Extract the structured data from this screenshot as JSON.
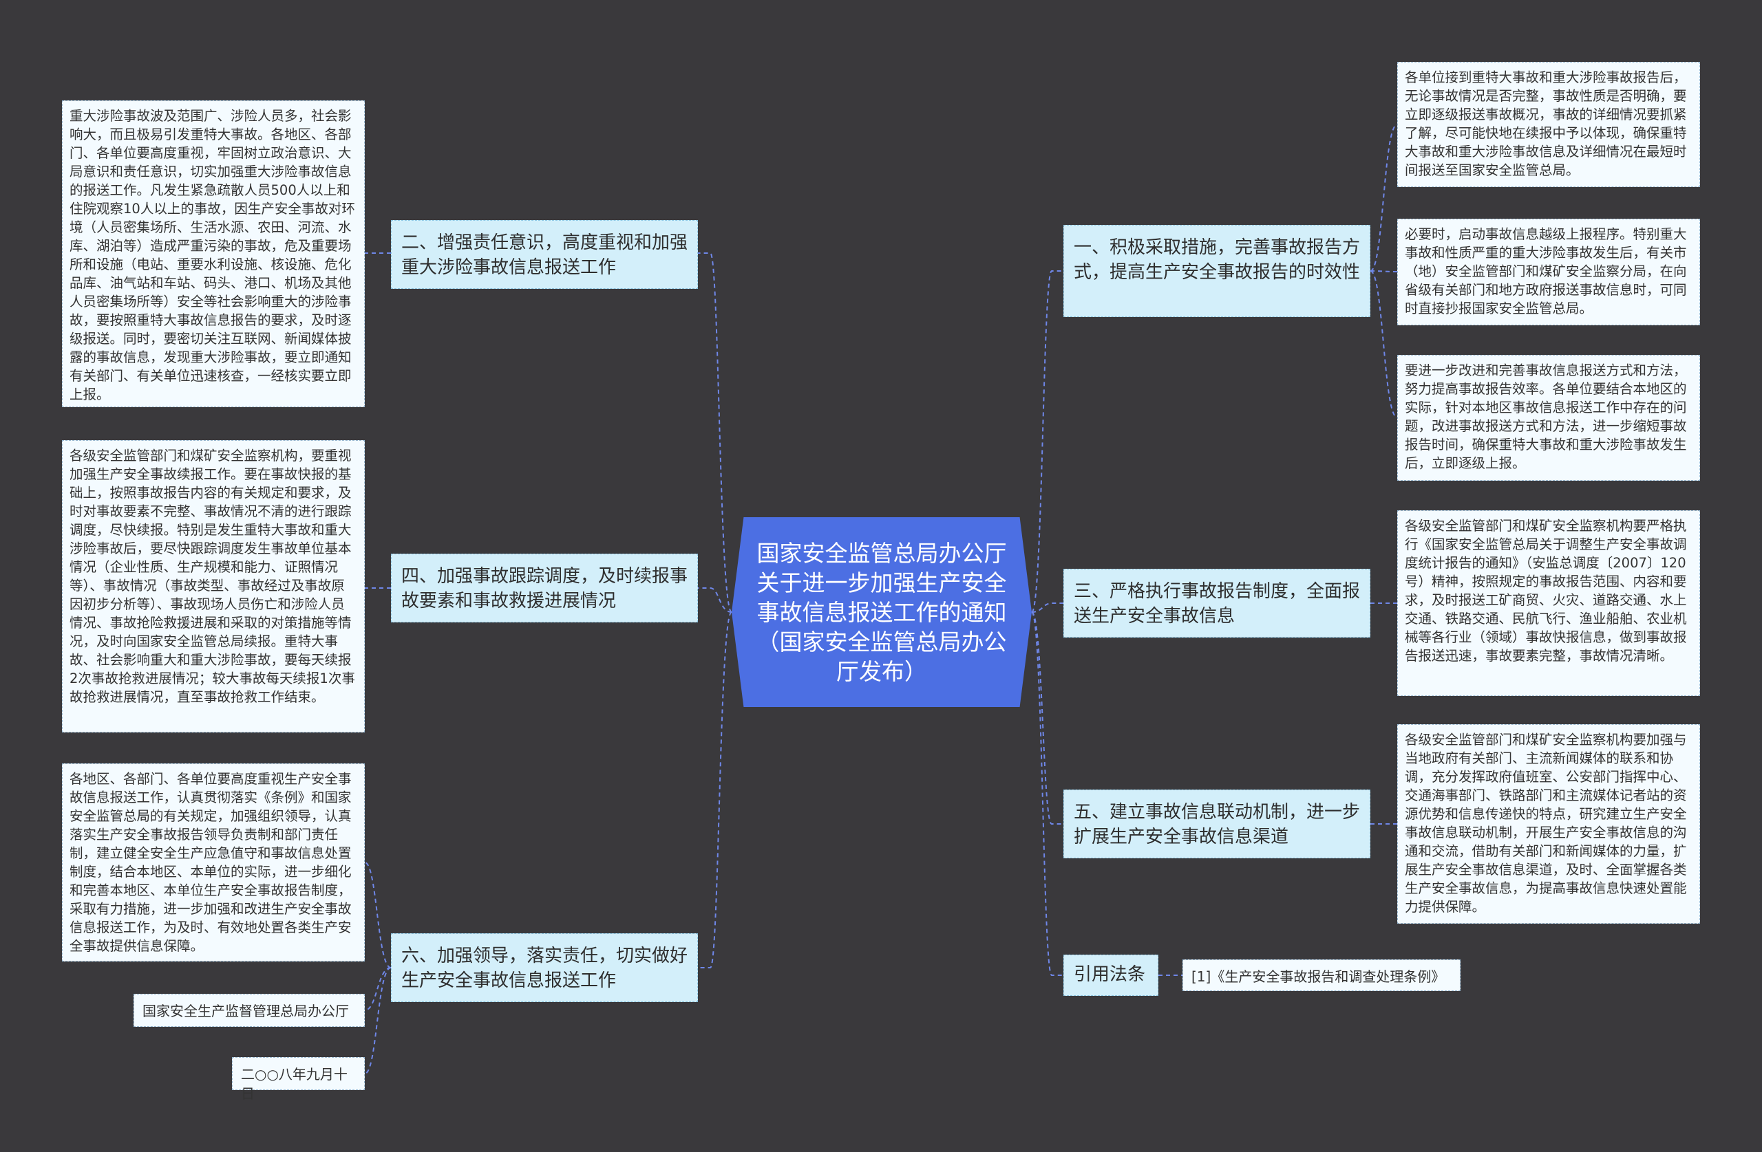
{
  "root": {
    "text": "国家安全监管总局办公厅关于进一步加强生产安全事故信息报送工作的通知（国家安全监管总局办公厅发布）"
  },
  "colors": {
    "background": "#3a393c",
    "root_fill": "#4c6fe3",
    "branch_fill": "#d3effa",
    "leaf_fill": "#f4fbff",
    "connector": "#6f87e8"
  },
  "right": {
    "b1": {
      "label": "一、积极采取措施，完善事故报告方式，提高生产安全事故报告的时效性",
      "details": [
        "各单位接到重特大事故和重大涉险事故报告后，无论事故情况是否完整，事故性质是否明确，要立即逐级报送事故概况，事故的详细情况要抓紧了解，尽可能快地在续报中予以体现，确保重特大事故和重大涉险事故信息及详细情况在最短时间报送至国家安全监管总局。",
        "必要时，启动事故信息越级上报程序。特别重大事故和性质严重的重大涉险事故发生后，有关市（地）安全监管部门和煤矿安全监察分局，在向省级有关部门和地方政府报送事故信息时，可同时直接抄报国家安全监管总局。",
        "要进一步改进和完善事故信息报送方式和方法，努力提高事故报告效率。各单位要结合本地区的实际，针对本地区事故信息报送工作中存在的问题，改进事故报送方式和方法，进一步缩短事故报告时间，确保重特大事故和重大涉险事故发生后，立即逐级上报。"
      ]
    },
    "b3": {
      "label": "三、严格执行事故报告制度，全面报送生产安全事故信息",
      "detail": "各级安全监管部门和煤矿安全监察机构要严格执行《国家安全监管总局关于调整生产安全事故调度统计报告的通知》（安监总调度〔2007〕120号）精神，按照规定的事故报告范围、内容和要求，及时报送工矿商贸、火灾、道路交通、水上交通、铁路交通、民航飞行、渔业船舶、农业机械等各行业（领域）事故快报信息，做到事故报告报送迅速，事故要素完整，事故情况清晰。"
    },
    "b5": {
      "label": "五、建立事故信息联动机制，进一步扩展生产安全事故信息渠道",
      "detail": "各级安全监管部门和煤矿安全监察机构要加强与当地政府有关部门、主流新闻媒体的联系和协调，充分发挥政府值班室、公安部门指挥中心、交通海事部门、铁路部门和主流媒体记者站的资源优势和信息传递快的特点，研究建立生产安全事故信息联动机制，开展生产安全事故信息的沟通和交流，借助有关部门和新闻媒体的力量，扩展生产安全事故信息渠道，及时、全面掌握各类生产安全事故信息，为提高事故信息快速处置能力提供保障。"
    },
    "cite": {
      "label": "引用法条",
      "detail": "[1]《生产安全事故报告和调查处理条例》"
    }
  },
  "left": {
    "b2": {
      "label": "二、增强责任意识，高度重视和加强重大涉险事故信息报送工作",
      "detail": "重大涉险事故波及范围广、涉险人员多，社会影响大，而且极易引发重特大事故。各地区、各部门、各单位要高度重视，牢固树立政治意识、大局意识和责任意识，切实加强重大涉险事故信息的报送工作。凡发生紧急疏散人员500人以上和住院观察10人以上的事故，因生产安全事故对环境（人员密集场所、生活水源、农田、河流、水库、湖泊等）造成严重污染的事故，危及重要场所和设施（电站、重要水利设施、核设施、危化品库、油气站和车站、码头、港口、机场及其他人员密集场所等）安全等社会影响重大的涉险事故，要按照重特大事故信息报告的要求，及时逐级报送。同时，要密切关注互联网、新闻媒体披露的事故信息，发现重大涉险事故，要立即通知有关部门、有关单位迅速核查，一经核实要立即上报。"
    },
    "b4": {
      "label": "四、加强事故跟踪调度，及时续报事故要素和事故救援进展情况",
      "detail": "各级安全监管部门和煤矿安全监察机构，要重视加强生产安全事故续报工作。要在事故快报的基础上，按照事故报告内容的有关规定和要求，及时对事故要素不完整、事故情况不清的进行跟踪调度，尽快续报。特别是发生重特大事故和重大涉险事故后，要尽快跟踪调度发生事故单位基本情况（企业性质、生产规模和能力、证照情况等）、事故情况（事故类型、事故经过及事故原因初步分析等）、事故现场人员伤亡和涉险人员情况、事故抢险救援进展和采取的对策措施等情况，及时向国家安全监管总局续报。重特大事故、社会影响重大和重大涉险事故，要每天续报2次事故抢救进展情况；较大事故每天续报1次事故抢救进展情况，直至事故抢救工作结束。"
    },
    "b6": {
      "label": "六、加强领导，落实责任，切实做好生产安全事故信息报送工作",
      "details": [
        "各地区、各部门、各单位要高度重视生产安全事故信息报送工作，认真贯彻落实《条例》和国家安全监管总局的有关规定，加强组织领导，认真落实生产安全事故报告领导负责制和部门责任制，建立健全安全生产应急值守和事故信息处置制度，结合本地区、本单位的实际，进一步细化和完善本地区、本单位生产安全事故报告制度，采取有力措施，进一步加强和改进生产安全事故信息报送工作，为及时、有效地处置各类生产安全事故提供信息保障。",
        "国家安全生产监督管理总局办公厅",
        "二○○八年九月十日"
      ]
    }
  }
}
